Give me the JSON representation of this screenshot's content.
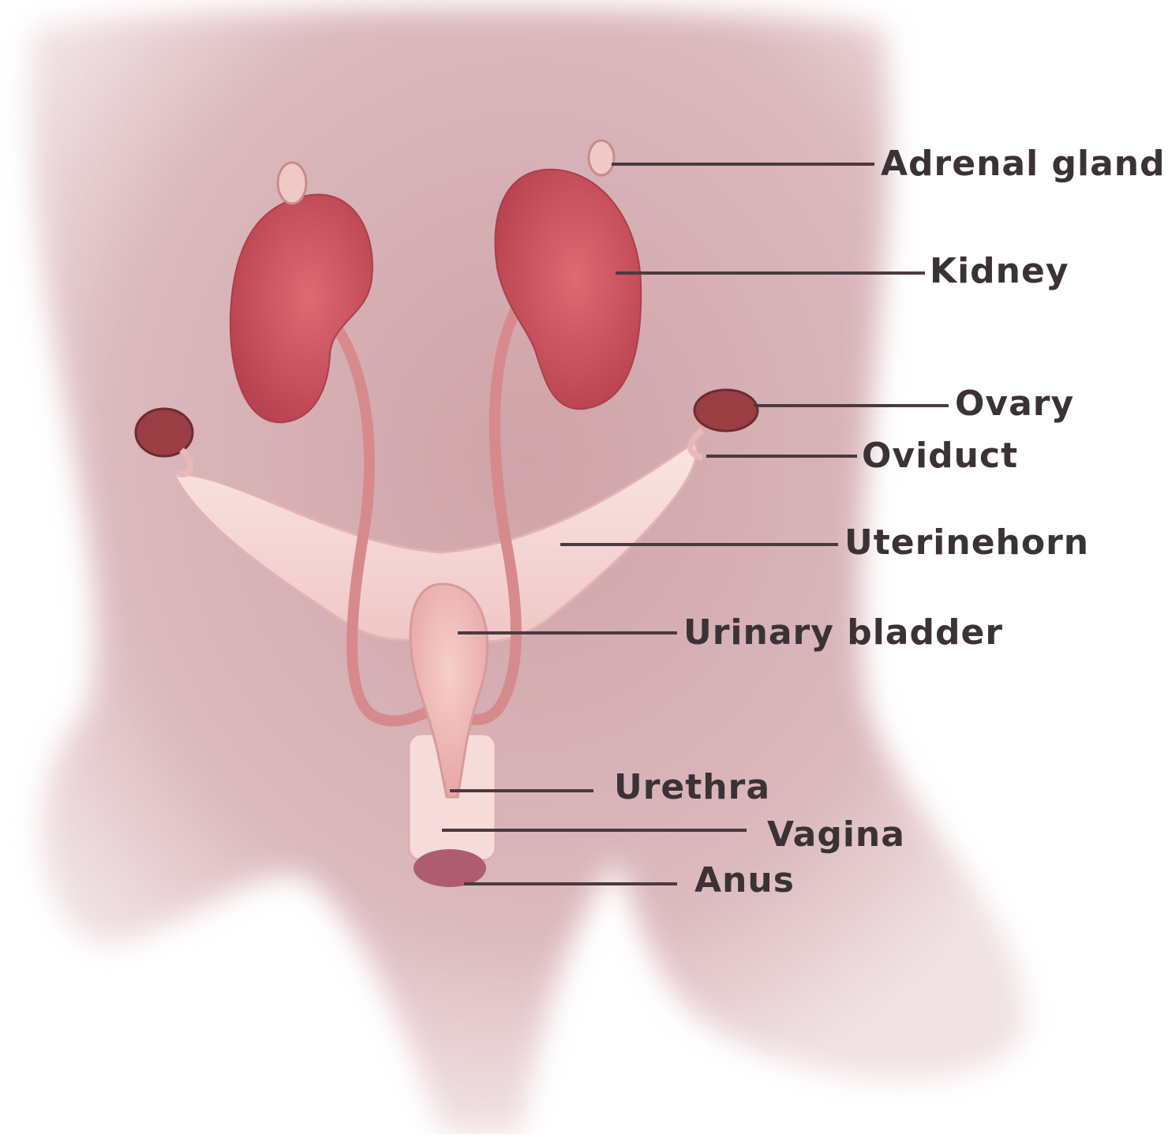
{
  "labels": {
    "adrenal_gland": "Adrenal gland",
    "kidney": "Kidney",
    "ovary": "Ovary",
    "oviduct": "Oviduct",
    "uterine_horn": "Uterinehorn",
    "urinary_bladder": "Urinary bladder",
    "urethra": "Urethra",
    "vagina": "Vagina",
    "anus": "Anus"
  },
  "colors": {
    "body": "#e6cdd0",
    "body_inner": "#d2a8ad",
    "kidney": "#c9545f",
    "uterus": "#f4d6d4",
    "leader_line": "#4a3a3e",
    "ovary": "#9a3e44"
  }
}
